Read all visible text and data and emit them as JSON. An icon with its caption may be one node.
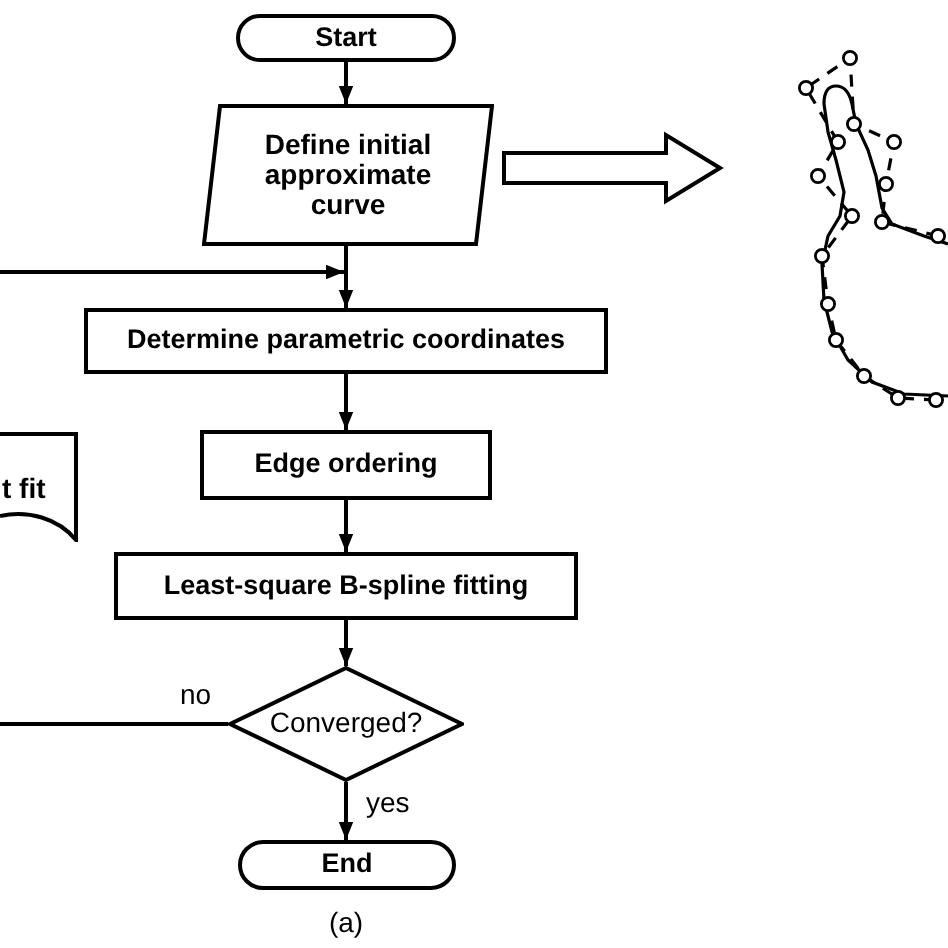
{
  "diagram": {
    "caption": "(a)",
    "nodes": [
      {
        "text": [
          "Start"
        ]
      },
      {
        "text": [
          "Define initial approximate curve"
        ]
      },
      {
        "text": [],
        "shape": "picture"
      },
      {
        "text": [
          "Determine parametric coordinates"
        ]
      },
      {
        "text": [
          "Edge ordering"
        ]
      },
      {
        "text": [
          "t fit"
        ]
      },
      {
        "text": [
          "Least-square B-spline fitting"
        ]
      },
      {
        "text": [
          "Converged?"
        ]
      },
      {
        "text": [
          "End"
        ]
      }
    ],
    "edges": [
      {
        "from": 0,
        "to": 1,
        "arrow": "to"
      },
      {
        "from": 1,
        "to": 2,
        "arrow": "to",
        "style": "thick"
      },
      {
        "from": 1,
        "to": 3,
        "arrow": "to"
      },
      {
        "from": 3,
        "to": 4,
        "arrow": "to"
      },
      {
        "from": 4,
        "to": 6,
        "arrow": "to"
      },
      {
        "from": 6,
        "to": 7,
        "arrow": "to"
      },
      {
        "from": 7,
        "to": 8,
        "arrow": "to",
        "label": "yes"
      },
      {
        "from": 7,
        "to": null,
        "arrow": "none",
        "label": "no"
      },
      {
        "from": null,
        "to": 3,
        "arrow": "to"
      }
    ]
  }
}
